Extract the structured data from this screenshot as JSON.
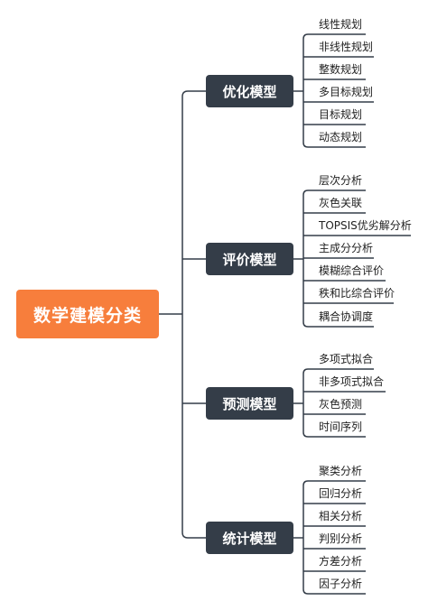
{
  "root": {
    "label": "数学建模分类"
  },
  "categories": [
    {
      "label": "优化模型",
      "items": [
        "线性规划",
        "非线性规划",
        "整数规划",
        "多目标规划",
        "目标规划",
        "动态规划"
      ]
    },
    {
      "label": "评价模型",
      "items": [
        "层次分析",
        "灰色关联",
        "TOPSIS优劣解分析",
        "主成分分析",
        "模糊综合评价",
        "秩和比综合评价",
        "耦合协调度"
      ]
    },
    {
      "label": "预测模型",
      "items": [
        "多项式拟合",
        "非多项式拟合",
        "灰色预测",
        "时间序列"
      ]
    },
    {
      "label": "统计模型",
      "items": [
        "聚类分析",
        "回归分析",
        "相关分析",
        "判别分析",
        "方差分析",
        "因子分析"
      ]
    }
  ],
  "colors": {
    "root": "#f77e3c",
    "category": "#343d48",
    "line": "#343d48"
  }
}
